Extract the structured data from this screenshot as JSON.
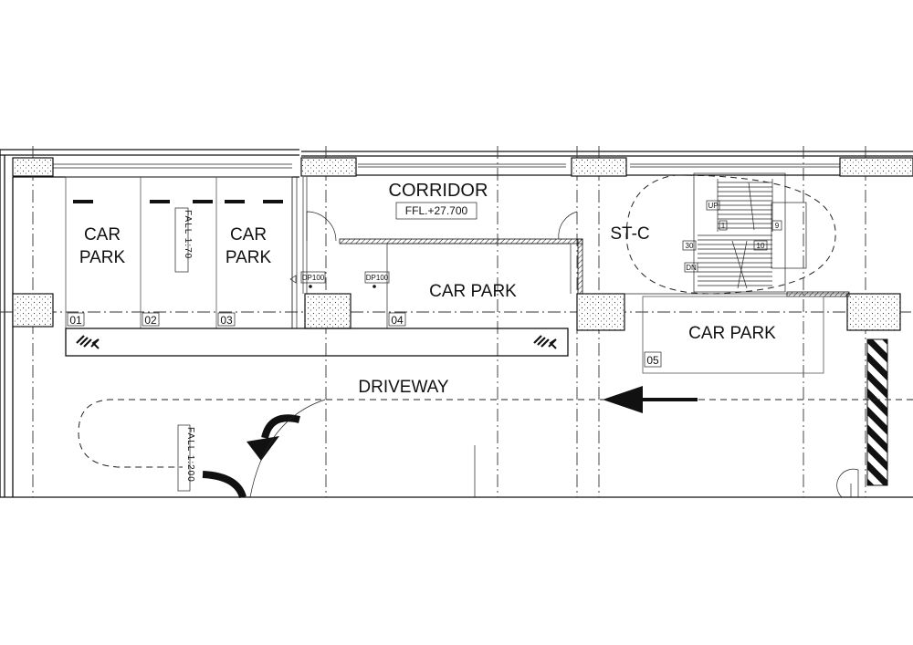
{
  "rooms": {
    "corridor": {
      "name": "CORRIDOR",
      "level": "FFL.+27.700"
    },
    "stair": "ST-C",
    "car_park_label": "CAR PARK",
    "car_park_line1": "CAR",
    "car_park_line2": "PARK",
    "driveway": "DRIVEWAY"
  },
  "bays": [
    "01",
    "02",
    "03",
    "04",
    "05"
  ],
  "falls": {
    "upper": "FALL 1:70",
    "lower": "FALL 1:200"
  },
  "doors": [
    "DP100",
    "DP100"
  ],
  "stair_tags": [
    "UP",
    "DN",
    "1",
    "9",
    "30",
    "10"
  ],
  "colors": {
    "line": "#111111",
    "background": "#ffffff"
  },
  "icons": [
    "pedestrian-crossing-icon",
    "direction-arrow-icon",
    "turn-arrow-icon"
  ]
}
